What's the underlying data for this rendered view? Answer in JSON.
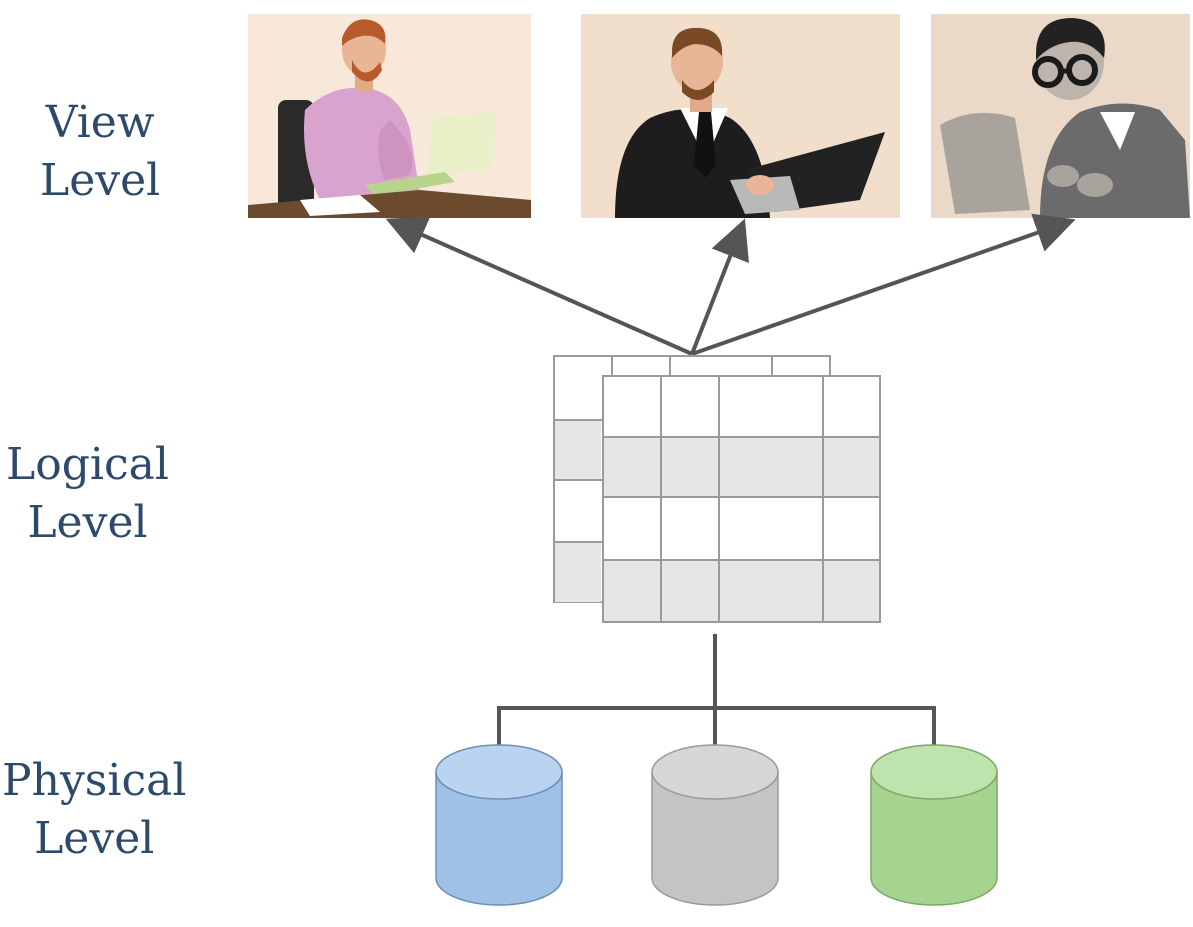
{
  "levels": {
    "view": {
      "line1": "View",
      "line2": "Level"
    },
    "logical": {
      "line1": "Logical",
      "line2": "Level"
    },
    "physical": {
      "line1": "Physical",
      "line2": "Level"
    }
  },
  "users": [
    {
      "name": "user-casual-laptop",
      "shirt": "#d8a3cc",
      "background": "#f2dfcb"
    },
    {
      "name": "user-businessman-laptop",
      "suit": "#1d1d1d",
      "background": "#f2dfcb"
    },
    {
      "name": "user-glasses-monitor",
      "suit": "#6b6b6b",
      "background": "#ebd9c8"
    }
  ],
  "databases": [
    {
      "name": "database-blue",
      "fill": "#9fc1e8",
      "top": "#b9d3f0",
      "stroke": "#6d8fb7"
    },
    {
      "name": "database-gray",
      "fill": "#c4c4c4",
      "top": "#d6d6d6",
      "stroke": "#9a9a9a"
    },
    {
      "name": "database-green",
      "fill": "#a6d38e",
      "top": "#bfe3ac",
      "stroke": "#7aa866"
    }
  ],
  "colors": {
    "label": "#2d4a6b",
    "connector": "#555555",
    "table_border": "#9a9a9a",
    "table_shade": "#e6e6e6"
  }
}
